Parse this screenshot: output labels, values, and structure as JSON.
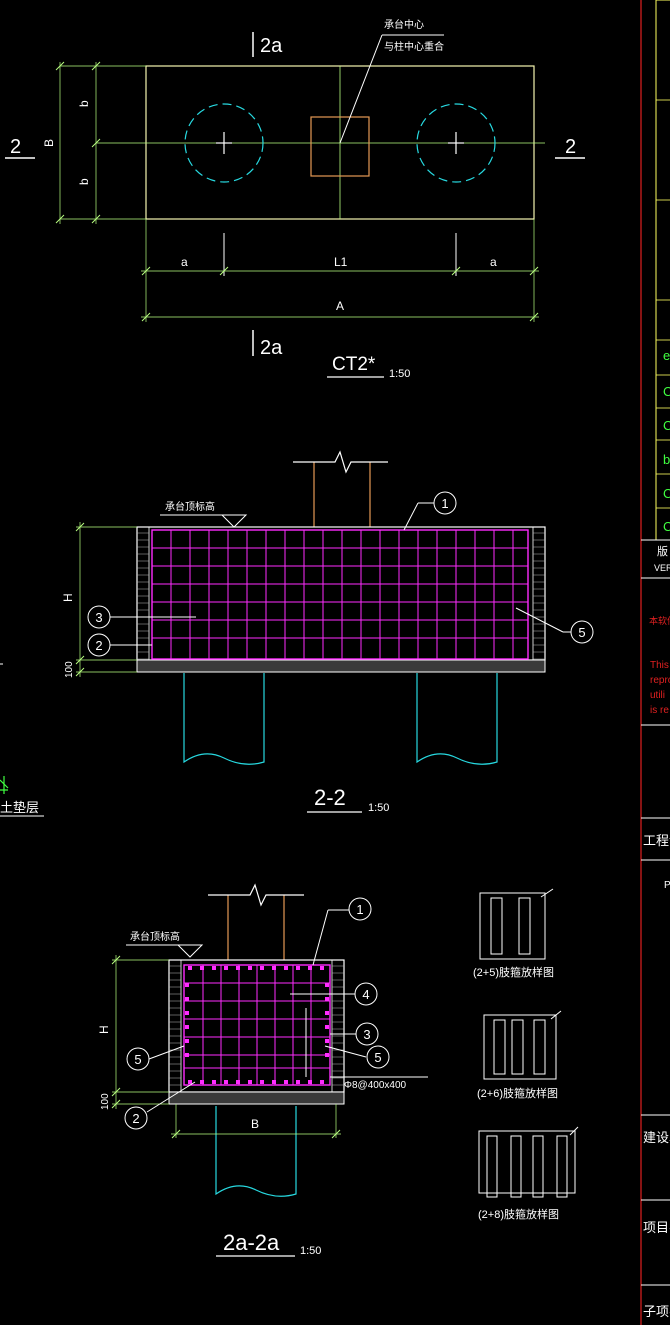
{
  "colors": {
    "background": "#000000",
    "white": "#ffffff",
    "dim": "#b8ff80",
    "cyan": "#27d9e0",
    "orange": "#e59a55",
    "magenta": "#ff2cff",
    "red": "#e02020",
    "yellow": "#ffff60",
    "green": "#40ff40",
    "gray": "#8a8a8a"
  },
  "plan": {
    "section_mark_top": "2a",
    "section_mark_bottom": "2a",
    "section_mark_left": "2",
    "section_mark_right": "2",
    "note_line1": "承台中心",
    "note_line2": "与柱中心重合",
    "dim_B": "B",
    "dim_b_top": "b",
    "dim_b_bottom": "b",
    "dim_a_left": "a",
    "dim_L1": "L1",
    "dim_a_right": "a",
    "dim_A": "A",
    "title": "CT2*",
    "scale": "1:50"
  },
  "section_2_2": {
    "elevation_label": "承台顶标高",
    "dim_H": "H",
    "dim_100": "100",
    "callout_1": "1",
    "callout_2": "2",
    "callout_3": "3",
    "callout_5": "5",
    "title": "2-2",
    "scale": "1:50"
  },
  "section_2a_2a": {
    "elevation_label": "承台顶标高",
    "dim_H": "H",
    "dim_100": "100",
    "dim_B": "B",
    "callout_1": "1",
    "callout_2": "2",
    "callout_3": "3",
    "callout_4": "4",
    "callout_5_left": "5",
    "callout_5_right": "5",
    "tie_note": "Φ8@400x400",
    "title": "2a-2a",
    "scale": "1:50"
  },
  "stirrups": {
    "label_1": "(2+5)肢箍放样图",
    "label_2": "(2+6)肢箍放样图",
    "label_3": "(2+8)肢箍放样图"
  },
  "left_fragment": {
    "text": "混凝土垫层"
  },
  "title_block": {
    "rows": [
      "e",
      "C",
      "C",
      "b",
      "C",
      "C"
    ],
    "version_cn": "版",
    "version_en": "VERS",
    "red_heading": "本软件",
    "red_lines": [
      "This",
      "repro",
      "utili",
      "is re"
    ],
    "project_design": "工程设",
    "p_label": "P",
    "owner": "建设单",
    "project_name": "项目名",
    "subitem": "子项名"
  }
}
